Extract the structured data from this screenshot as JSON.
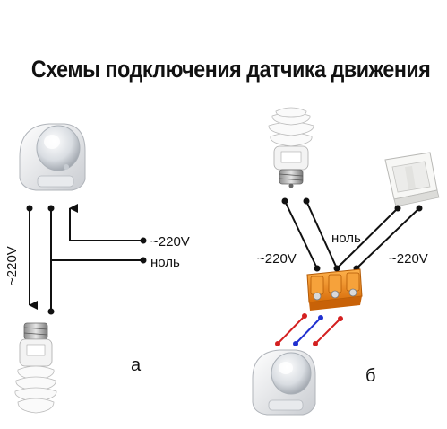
{
  "title": "Схемы подключения датчика движения",
  "scheme_a": {
    "label": "а",
    "voltage_vertical": "~220V",
    "line_terminal": "~220V",
    "neutral_terminal": "ноль"
  },
  "scheme_b": {
    "label": "б",
    "voltage_left": "~220V",
    "neutral": "ноль",
    "voltage_right": "~220V"
  },
  "colors": {
    "wire": "#111111",
    "red_wire": "#d42020",
    "blue_wire": "#2030d0",
    "terminal_block": "#f08a1c"
  }
}
